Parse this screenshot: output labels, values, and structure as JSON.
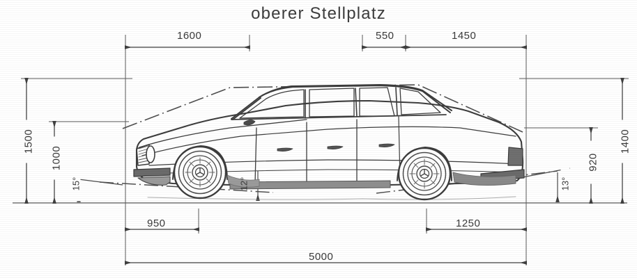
{
  "title": "oberer Stellplatz",
  "drawing": {
    "subject": "car-side-view-mercedes-w123-sedan",
    "units": "mm"
  },
  "dimensions": {
    "top": [
      {
        "name": "front-overhang-to-front-axle",
        "label": "1600"
      },
      {
        "name": "rear-section-upper",
        "label": "550"
      },
      {
        "name": "rear-overhang-upper",
        "label": "1450"
      }
    ],
    "left": [
      {
        "name": "total-height-envelope",
        "label": "1500"
      },
      {
        "name": "inner-height-left",
        "label": "1000"
      }
    ],
    "right": [
      {
        "name": "total-height-right",
        "label": "1400"
      },
      {
        "name": "vehicle-height-right",
        "label": "920"
      }
    ],
    "bottom": [
      {
        "name": "front-clearance",
        "label": "950"
      },
      {
        "name": "rear-clearance",
        "label": "1250"
      }
    ],
    "overall": {
      "name": "total-length",
      "label": "5000"
    },
    "angles": [
      {
        "name": "ramp-angle-left",
        "label": "15°"
      },
      {
        "name": "ramp-angle-middle",
        "label": "12°"
      },
      {
        "name": "ramp-angle-right",
        "label": "13°"
      }
    ]
  },
  "colors": {
    "ink": "#3a3a3a",
    "line": "#4a4a4a",
    "paper": "#ffffff"
  }
}
